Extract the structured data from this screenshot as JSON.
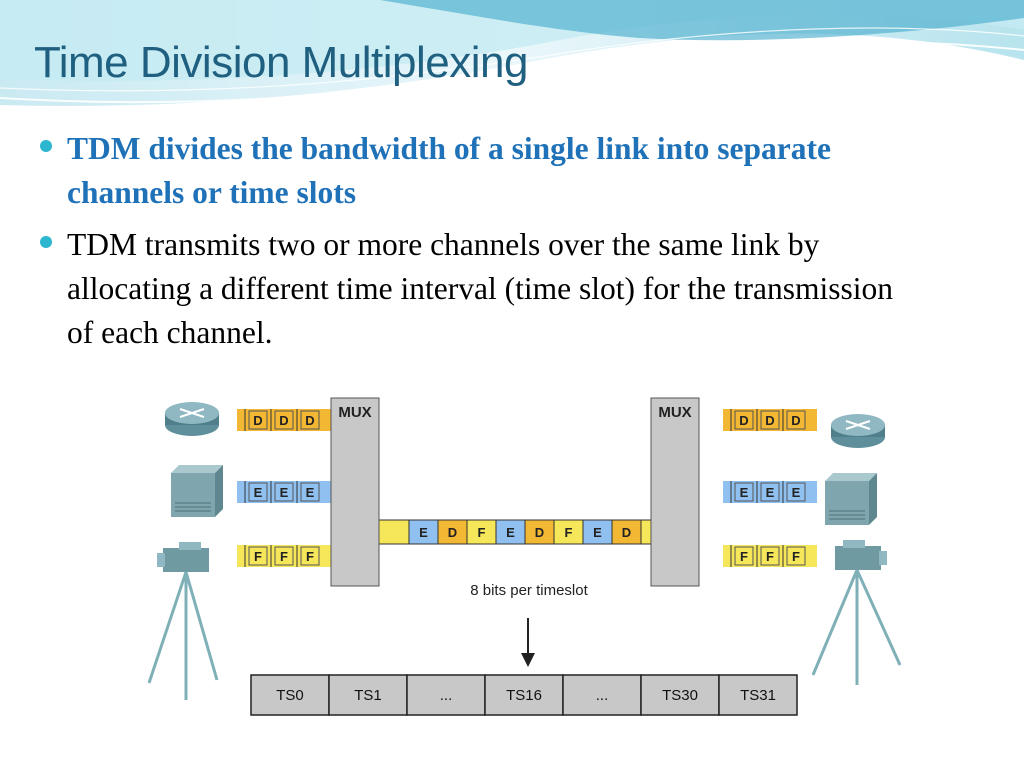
{
  "slide": {
    "title": "Time Division Multiplexing",
    "bullets": [
      "TDM divides the bandwidth of a single link into separate channels or time slots",
      "TDM transmits two or more channels over the same link by allocating a different time interval (time slot) for the transmission of each channel."
    ]
  },
  "diagram": {
    "mux_label": "MUX",
    "left_streams": [
      {
        "device": "router-icon",
        "cells": [
          "D",
          "D",
          "D"
        ],
        "color": "#f2b733"
      },
      {
        "device": "server-icon",
        "cells": [
          "E",
          "E",
          "E"
        ],
        "color": "#8fc0ef"
      },
      {
        "device": "camera-icon",
        "cells": [
          "F",
          "F",
          "F"
        ],
        "color": "#f5e65a"
      }
    ],
    "right_streams": [
      {
        "device": "router-icon",
        "cells": [
          "D",
          "D",
          "D"
        ],
        "color": "#f2b733"
      },
      {
        "device": "server-icon",
        "cells": [
          "E",
          "E",
          "E"
        ],
        "color": "#8fc0ef"
      },
      {
        "device": "camera-icon",
        "cells": [
          "F",
          "F",
          "F"
        ],
        "color": "#f5e65a"
      }
    ],
    "link_cells": [
      "E",
      "D",
      "F",
      "E",
      "D",
      "F",
      "E",
      "D",
      "F"
    ],
    "link_note": "8 bits per timeslot",
    "timeslots": [
      "TS0",
      "TS1",
      "...",
      "TS16",
      "...",
      "TS30",
      "TS31"
    ],
    "colors": {
      "D": "#f2b733",
      "E": "#8fc0ef",
      "F": "#f5e65a",
      "mux": "#c8c8c8",
      "timeslot": "#c8c8c8"
    }
  }
}
